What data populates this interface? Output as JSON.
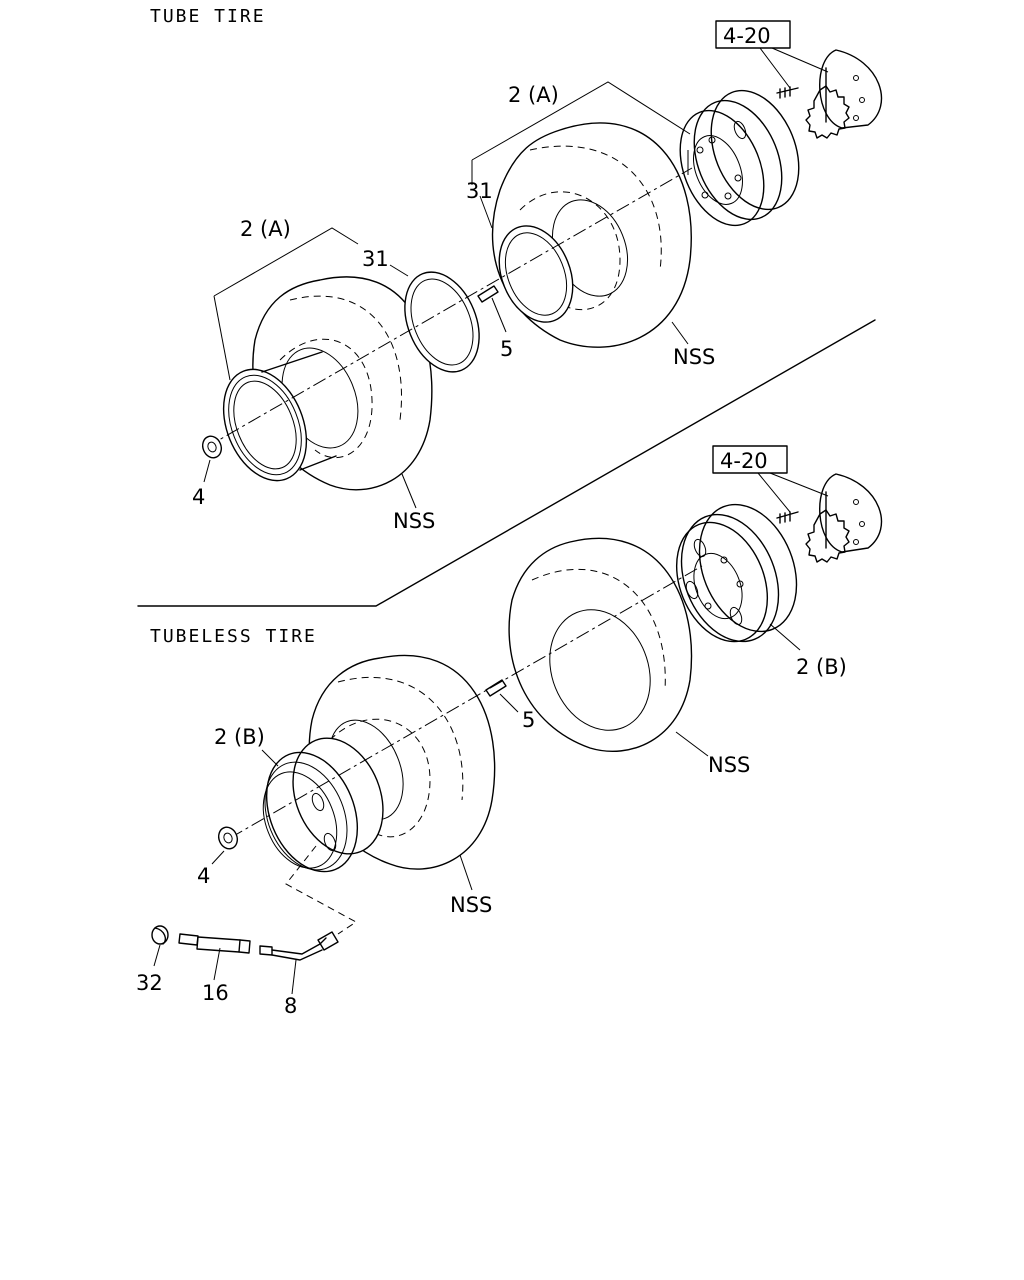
{
  "sections": {
    "tube": "TUBE TIRE",
    "tubeless": "TUBELESS TIRE"
  },
  "refs": {
    "top": "4-20",
    "bottom": "4-20"
  },
  "labels": {
    "t_2a_rear": "2 (A)",
    "t_2a_front": "2 (A)",
    "t_31_rear": "31",
    "t_31_front": "31",
    "t_5": "5",
    "t_4": "4",
    "t_nss_rear": "NSS",
    "t_nss_front": "NSS",
    "b_2b_rear": "2 (B)",
    "b_2b_front": "2 (B)",
    "b_5": "5",
    "b_4": "4",
    "b_nss_rear": "NSS",
    "b_nss_front": "NSS",
    "b_32": "32",
    "b_16": "16",
    "b_8": "8"
  }
}
